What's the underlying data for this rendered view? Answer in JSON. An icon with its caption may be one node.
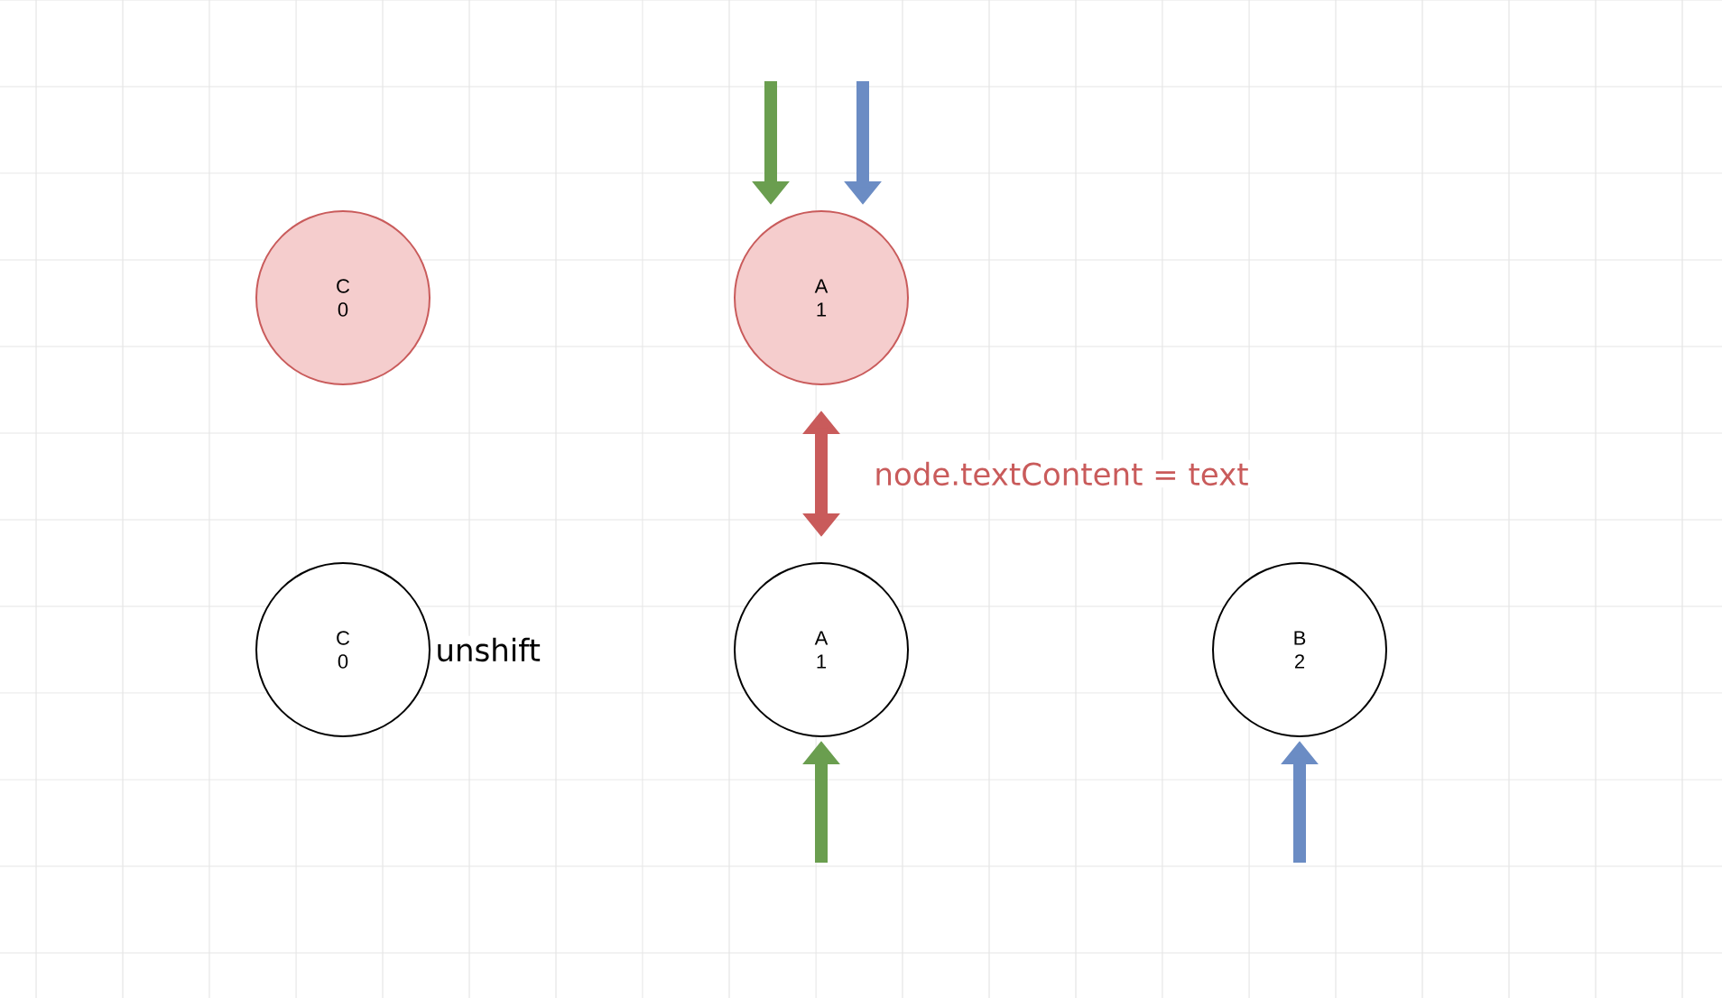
{
  "diagram": {
    "nodes": [
      {
        "text": [
          "C 0"
        ]
      },
      {
        "text": [
          "A 1"
        ]
      },
      {
        "text": [
          "C 0"
        ],
        "beside": [
          "unshift"
        ]
      },
      {
        "text": [
          "A 1"
        ]
      },
      {
        "text": [
          "B 2"
        ]
      }
    ],
    "edges": [
      {
        "from": null,
        "to": 1,
        "arrow": "to",
        "color": "#6a9e4f"
      },
      {
        "from": null,
        "to": 1,
        "arrow": "to",
        "color": "#6b8cc4"
      },
      {
        "from": 1,
        "to": 3,
        "arrow": "both",
        "color": "#c95b5b",
        "label": "node.textContent = text"
      },
      {
        "from": null,
        "to": 3,
        "arrow": "to",
        "color": "#6a9e4f"
      },
      {
        "from": null,
        "to": 4,
        "arrow": "to",
        "color": "#6b8cc4"
      }
    ]
  }
}
